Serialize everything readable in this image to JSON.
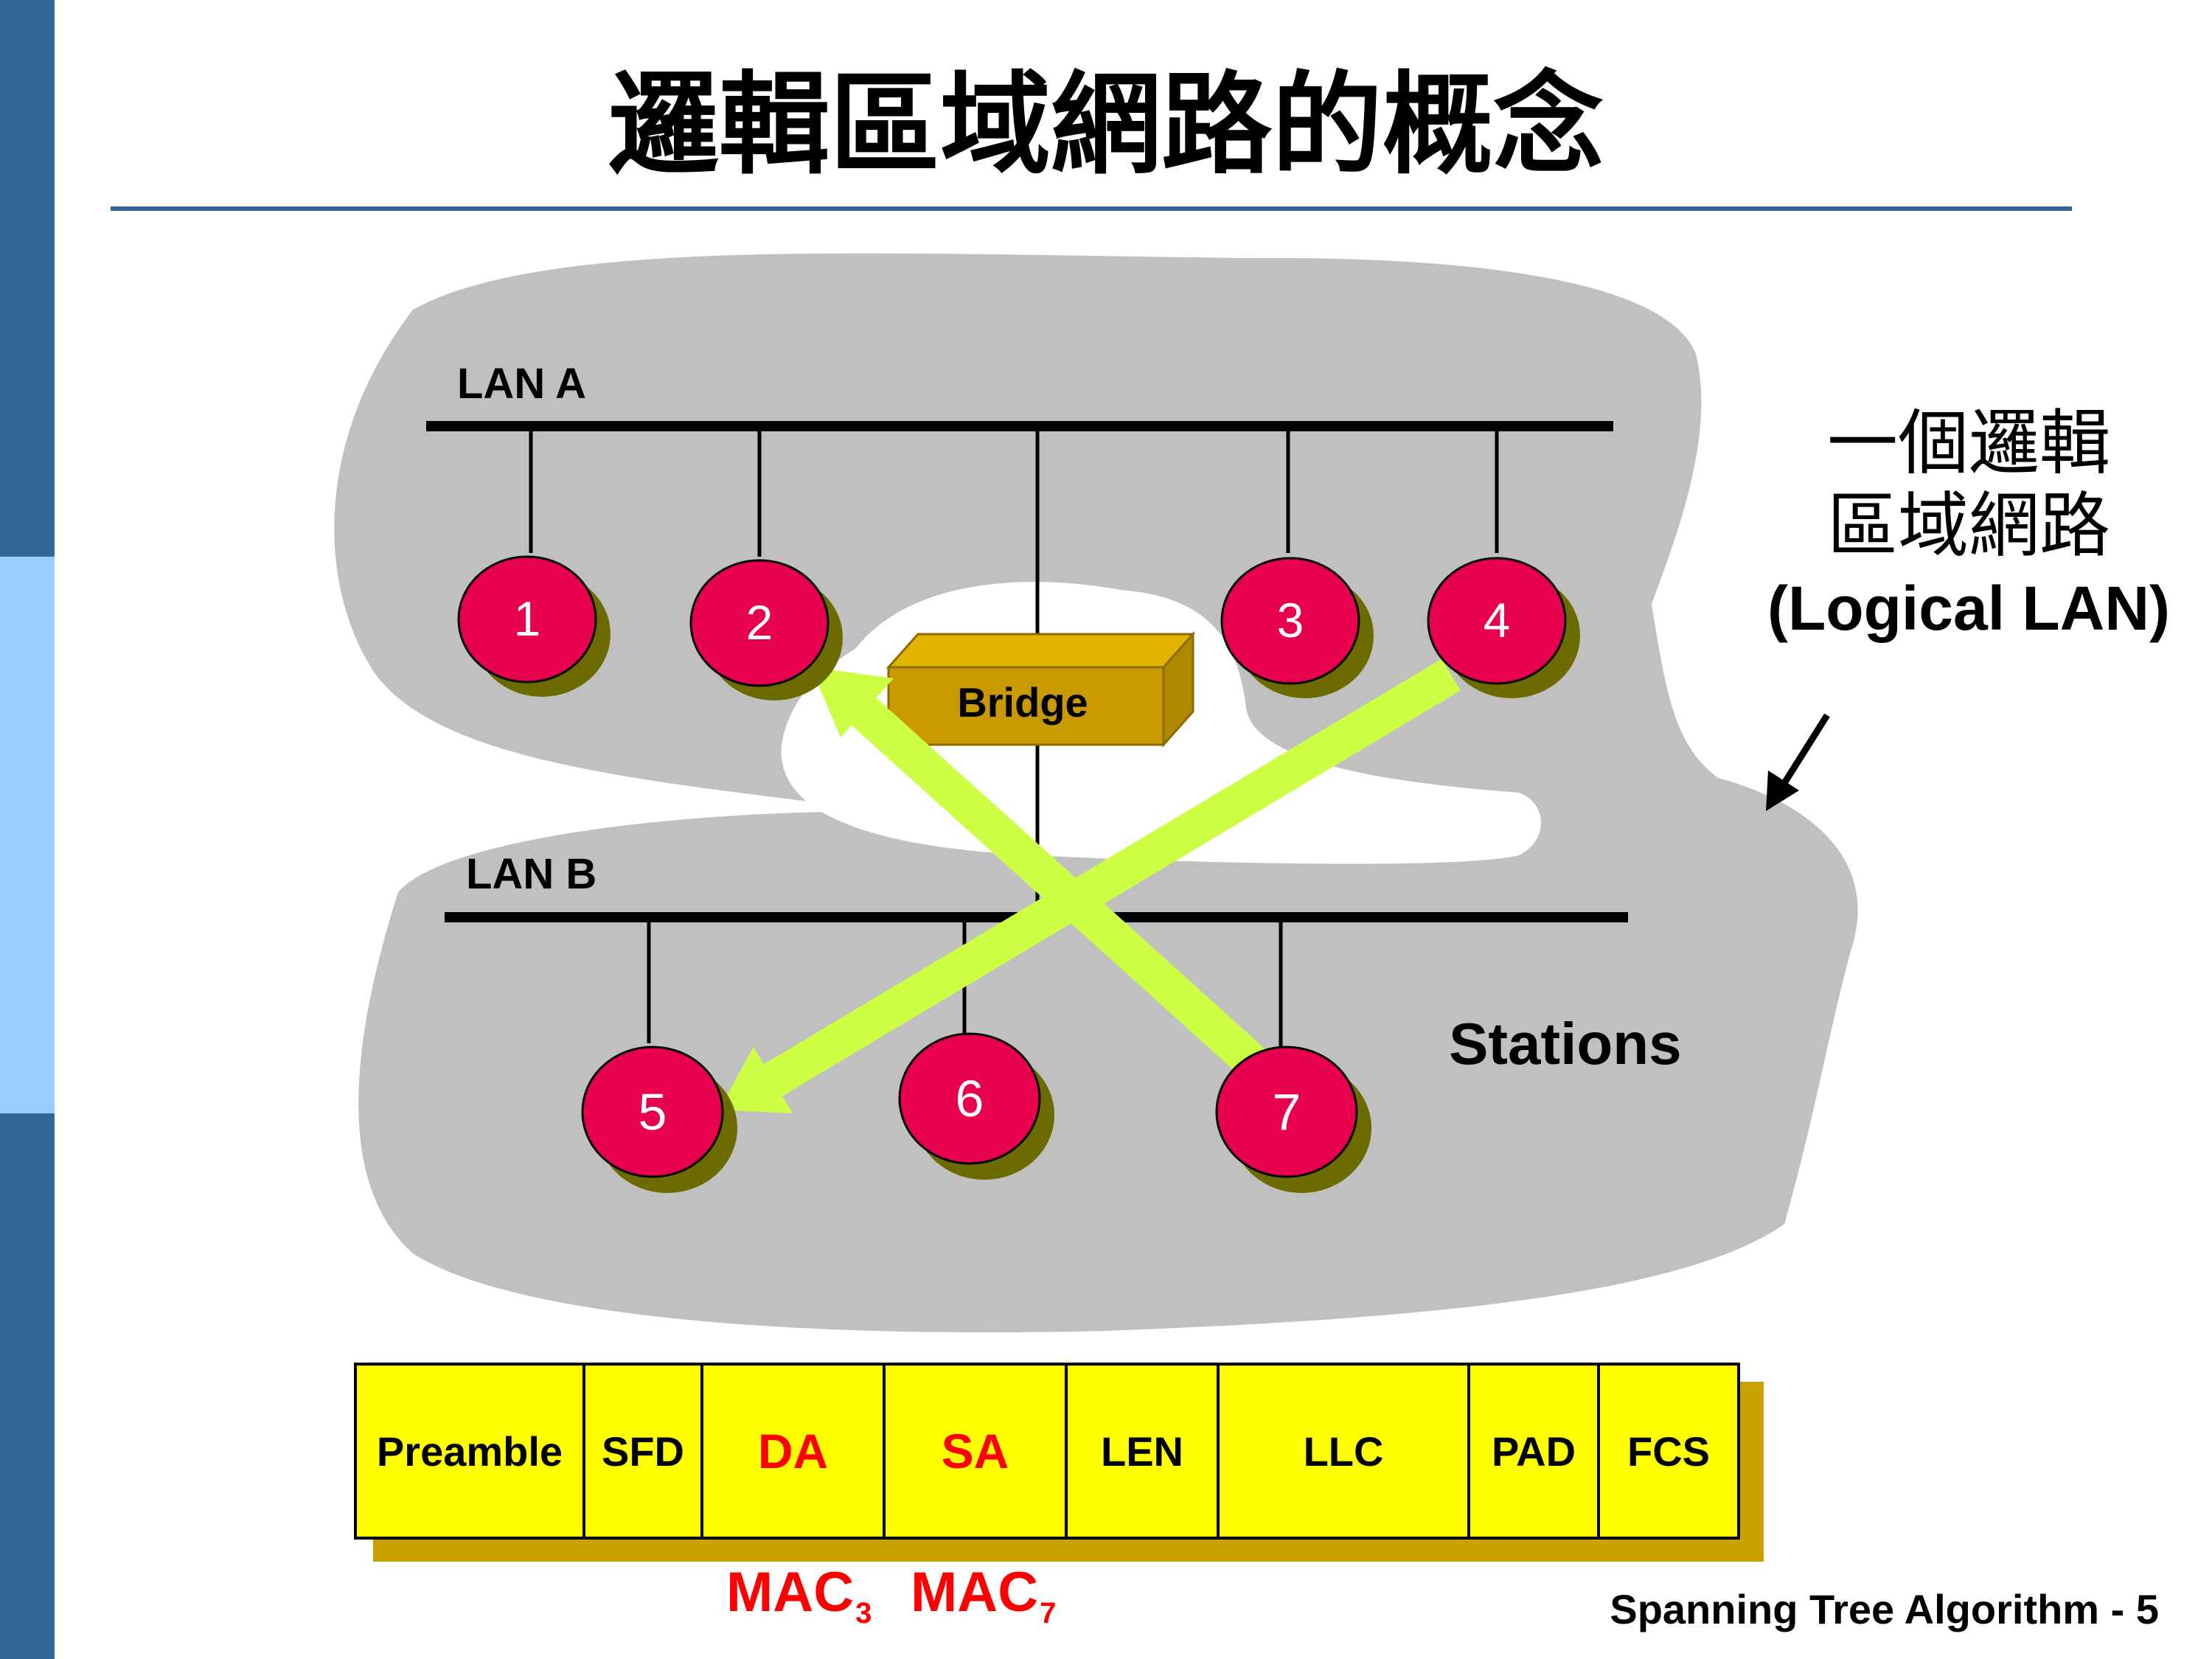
{
  "title": "邏輯區域網路的概念",
  "colors": {
    "sidebar_top": "#336699",
    "sidebar_middle": "#99ccff",
    "sidebar_bottom": "#336699",
    "rule": "#336699",
    "cloud": "#c0c0c0",
    "station_fill": "#e6004d",
    "station_shadow": "#6b6b00",
    "arrow": "#ccff44",
    "bridge_front": "#c89a00",
    "bridge_top": "#e0b400",
    "frame_field": "#ffff00",
    "frame_shadow": "#c8a000",
    "highlight_text": "#ff0000"
  },
  "lans": [
    {
      "id": "lan-a",
      "label": "LAN A"
    },
    {
      "id": "lan-b",
      "label": "LAN B"
    }
  ],
  "bridge_label": "Bridge",
  "stations": [
    "1",
    "2",
    "3",
    "4",
    "5",
    "6",
    "7"
  ],
  "stations_label": "Stations",
  "logical_lan": {
    "line1": "一個邏輯",
    "line2": "區域網路",
    "line3": "(Logical LAN)"
  },
  "frame_fields": [
    {
      "label": "Preamble",
      "highlight": false
    },
    {
      "label": "SFD",
      "highlight": false
    },
    {
      "label": "DA",
      "highlight": true
    },
    {
      "label": "SA",
      "highlight": true
    },
    {
      "label": "LEN",
      "highlight": false
    },
    {
      "label": "LLC",
      "highlight": false
    },
    {
      "label": "PAD",
      "highlight": false
    },
    {
      "label": "FCS",
      "highlight": false
    }
  ],
  "mac_labels": [
    {
      "text": "MAC",
      "sub": "3"
    },
    {
      "text": "MAC",
      "sub": "7"
    }
  ],
  "footer": "Spanning Tree Algorithm - 5"
}
